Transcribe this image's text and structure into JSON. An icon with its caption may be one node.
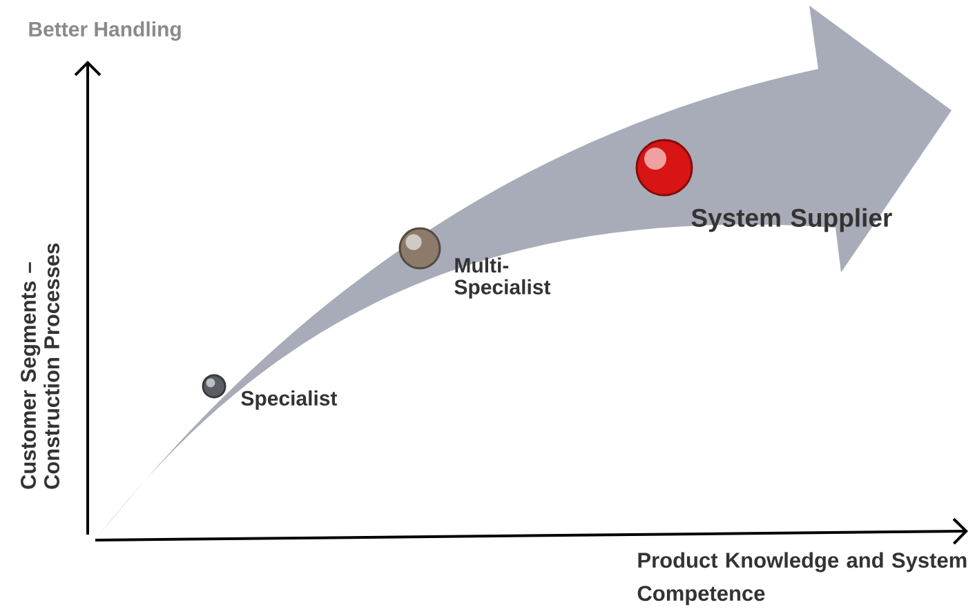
{
  "diagram": {
    "nodes": [
      {
        "text": [],
        "shape": "circle",
        "beside": [
          "Specialist"
        ]
      },
      {
        "text": [],
        "shape": "circle",
        "beside": [
          "Multi- Specialist"
        ]
      },
      {
        "text": [],
        "shape": "circle",
        "beside": [
          "System Supplier"
        ]
      }
    ],
    "labels": [
      "Better Handling",
      "Customer Segments – Construction Processes",
      "Product Knowledge and System Competence"
    ]
  }
}
